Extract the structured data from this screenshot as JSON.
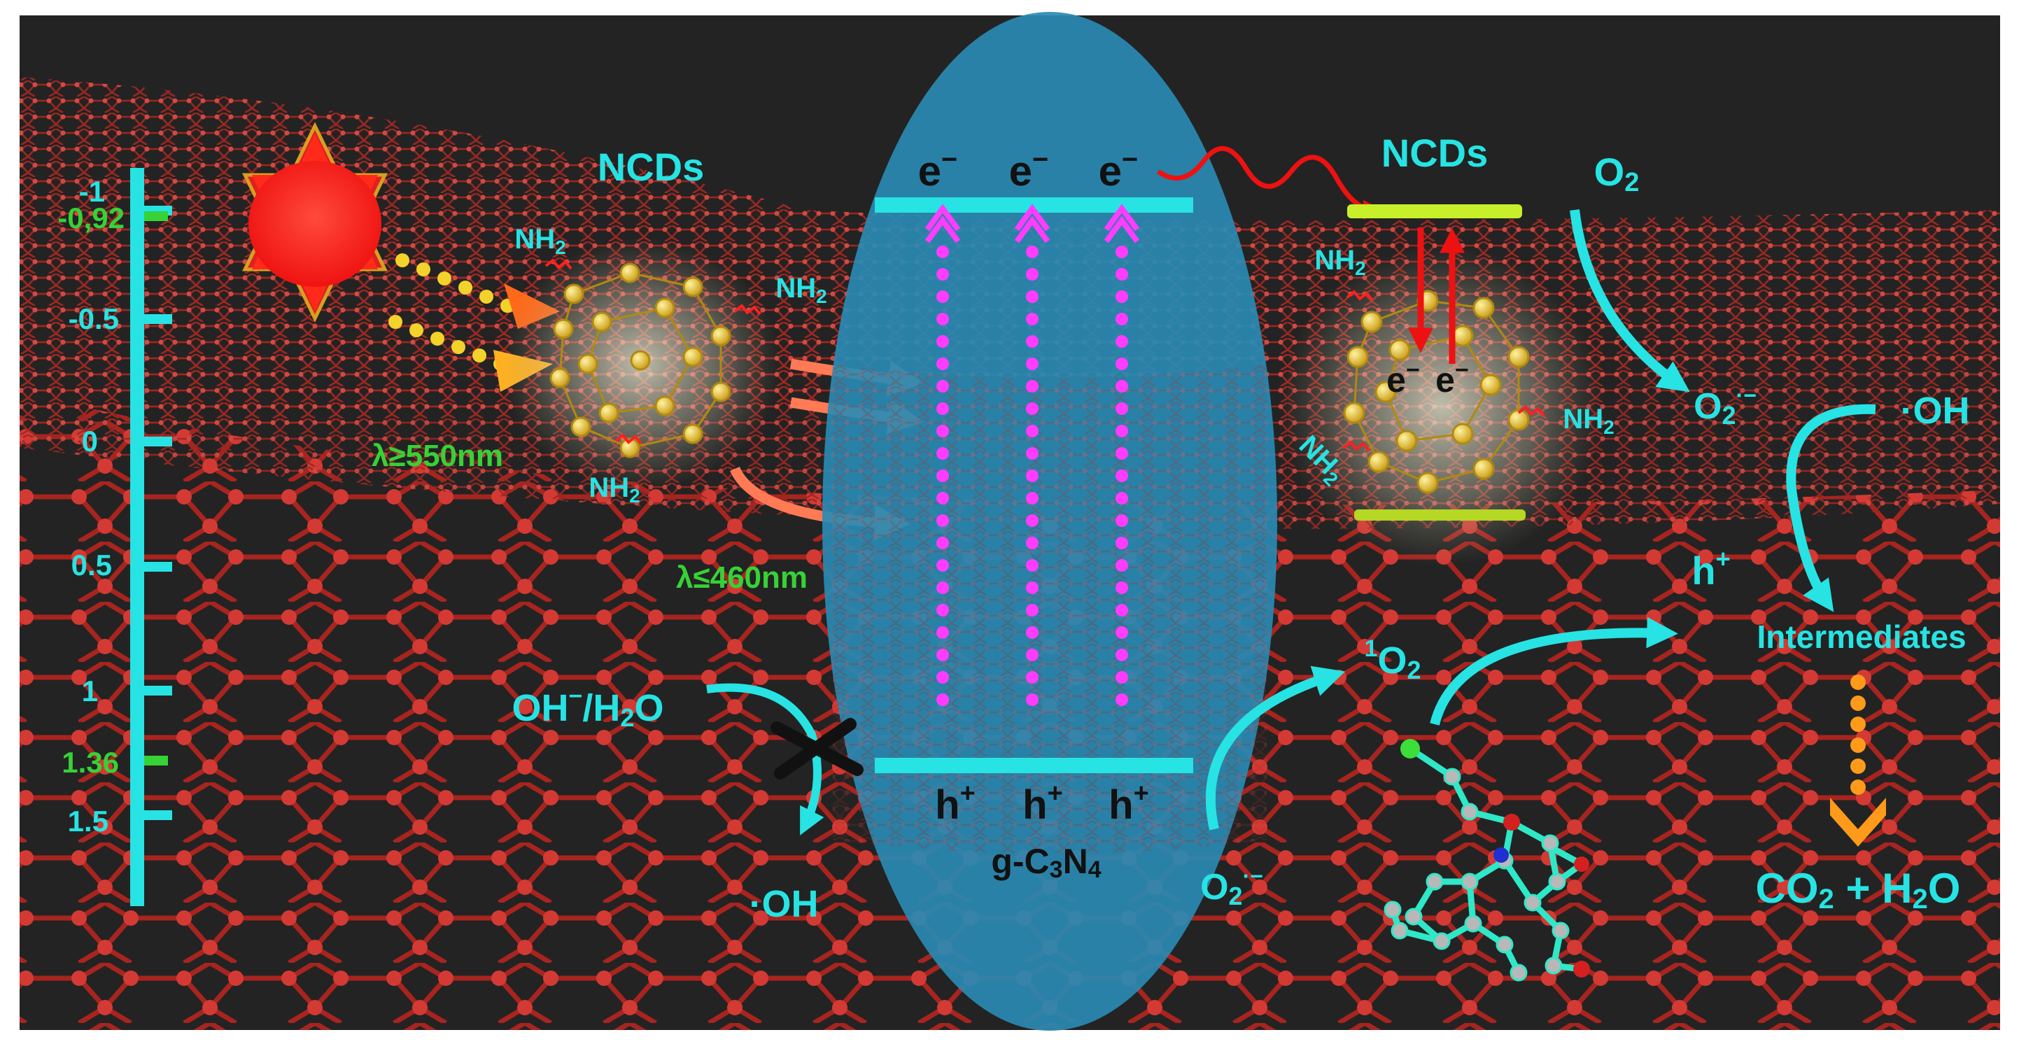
{
  "energy_scale": {
    "ticks": [
      "-1",
      "-0.5",
      "0",
      "0.5",
      "1",
      "1.5"
    ],
    "highlights": [
      "-0,92",
      "1.36"
    ]
  },
  "ncd_left": {
    "title": "NCDs",
    "amines": [
      "NH",
      "NH",
      "NH"
    ],
    "subscript": "2"
  },
  "wavelengths": {
    "long": "λ≥550nm",
    "short": "λ≤460nm"
  },
  "g_c3n4": {
    "name_parts": [
      "g-C",
      "3",
      "N",
      "4"
    ],
    "electron_base": "e",
    "electron_charge": "−",
    "hole_base": "h",
    "hole_charge": "+"
  },
  "ncd_right": {
    "title": "NCDs",
    "amines": [
      "NH",
      "NH",
      "NH"
    ],
    "electron_base": "e",
    "electron_charge": "−"
  },
  "species": {
    "o2_base": "O",
    "o2_sub": "2",
    "superoxide_sup": "·−",
    "singlet_sup": "1",
    "hydroxyl": "·OH",
    "oh_minus_base": "OH",
    "oh_minus_sup": "−",
    "water_parts": [
      "/H",
      "2",
      "O"
    ],
    "hole_base": "h",
    "hole_charge": "+",
    "intermediates": "Intermediates",
    "products_parts": [
      "CO",
      "2",
      " + H",
      "2",
      "O"
    ]
  },
  "colors": {
    "background": "#232323",
    "lattice": "#c2302a",
    "cyan": "#27e3e3",
    "green": "#36d236",
    "ellipse": "#2a8ab3",
    "magenta": "#ff3cff",
    "ncd_gold": "#e7c21f",
    "sun": "#ff1a1a",
    "red_arrow": "#ee1111",
    "salmon_arrow": "#ff7a55",
    "orange": "#ff9a1a",
    "lime_band": "#c8f02a"
  }
}
